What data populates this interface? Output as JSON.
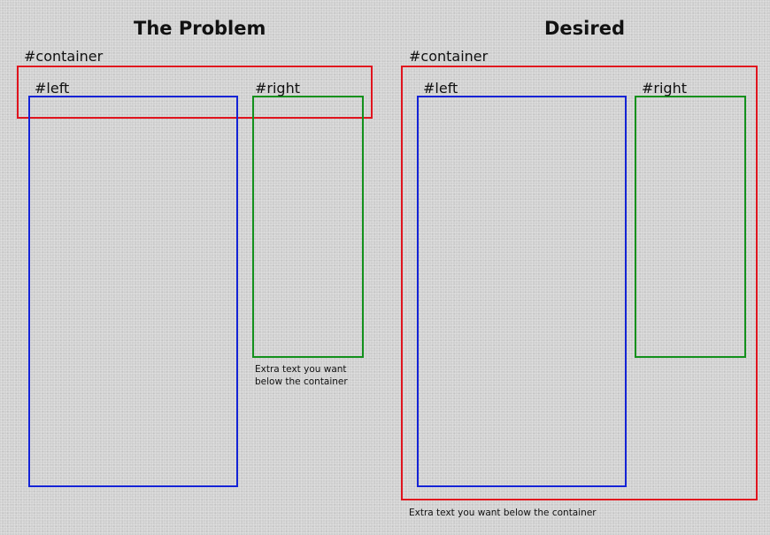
{
  "problem": {
    "title": "The Problem",
    "container_label": "#container",
    "left_label": "#left",
    "right_label": "#right",
    "note": "Extra text you want below the container"
  },
  "desired": {
    "title": "Desired",
    "container_label": "#container",
    "left_label": "#left",
    "right_label": "#right",
    "note": "Extra text you want below the container"
  },
  "colors": {
    "container": "#e0141e",
    "left": "#1423d6",
    "right": "#13911c",
    "background": "#cfcfcf"
  }
}
